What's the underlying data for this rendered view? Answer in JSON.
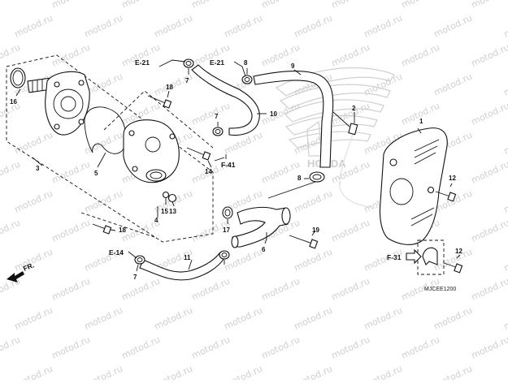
{
  "diagram": {
    "code": "MJCEE1200",
    "watermark": "motod.ru",
    "front_indicator": "FR.",
    "brand_logo_text": "HONDA",
    "callouts": {
      "c1": "1",
      "c2": "2",
      "c3": "3",
      "c4": "4",
      "c5": "5",
      "c6": "6",
      "c7a": "7",
      "c7b": "7",
      "c7c": "7",
      "c8a": "8",
      "c8b": "8",
      "c9": "9",
      "c10": "10",
      "c11": "11",
      "c12a": "12",
      "c12b": "12",
      "c13": "13",
      "c14": "14",
      "c15": "15",
      "c16": "16",
      "c17": "17",
      "c18a": "18",
      "c18b": "18",
      "c19": "19"
    },
    "references": {
      "e21a": "E-21",
      "e21b": "E-21",
      "f41": "F-41",
      "e14": "E-14",
      "f31": "F-31"
    }
  }
}
